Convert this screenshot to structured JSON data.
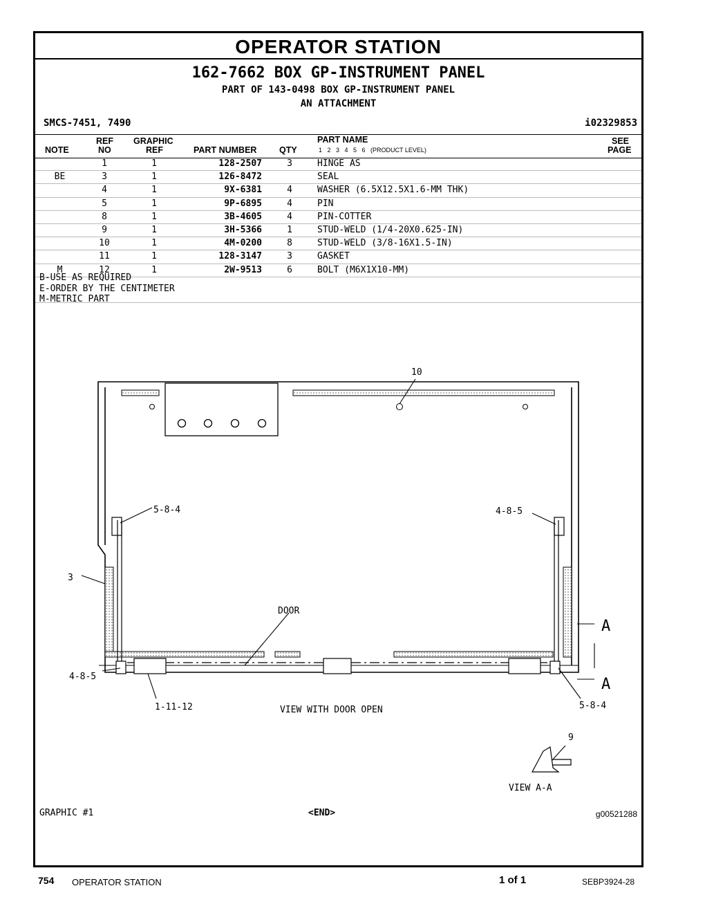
{
  "section_title": "OPERATOR STATION",
  "heading": {
    "group": "162-7662 BOX GP-INSTRUMENT PANEL",
    "part_of": "PART OF 143-0498 BOX GP-INSTRUMENT PANEL",
    "attachment": "AN ATTACHMENT",
    "smcs": "SMCS-7451, 7490",
    "ident": "i02329853"
  },
  "columns": {
    "note": "NOTE",
    "ref_top": "REF",
    "ref_bottom": "NO",
    "graphic_top": "GRAPHIC",
    "graphic_bottom": "REF",
    "part_number": "PART NUMBER",
    "qty": "QTY",
    "part_name": "PART NAME",
    "levels": "1   2   3   4   5   6   (PRODUCT LEVEL)",
    "see_top": "SEE",
    "see_bottom": "PAGE"
  },
  "parts": [
    {
      "note": "",
      "ref": "1",
      "graphic": "1",
      "pn": "128-2507",
      "qty": "3",
      "name": "HINGE AS"
    },
    {
      "note": "BE",
      "ref": "3",
      "graphic": "1",
      "pn": "126-8472",
      "qty": "",
      "name": "SEAL"
    },
    {
      "note": "",
      "ref": "4",
      "graphic": "1",
      "pn": "9X-6381",
      "qty": "4",
      "name": "WASHER (6.5X12.5X1.6-MM THK)"
    },
    {
      "note": "",
      "ref": "5",
      "graphic": "1",
      "pn": "9P-6895",
      "qty": "4",
      "name": "PIN"
    },
    {
      "note": "",
      "ref": "8",
      "graphic": "1",
      "pn": "3B-4605",
      "qty": "4",
      "name": "PIN-COTTER"
    },
    {
      "note": "",
      "ref": "9",
      "graphic": "1",
      "pn": "3H-5366",
      "qty": "1",
      "name": "STUD-WELD (1/4-20X0.625-IN)"
    },
    {
      "note": "",
      "ref": "10",
      "graphic": "1",
      "pn": "4M-0200",
      "qty": "8",
      "name": "STUD-WELD (3/8-16X1.5-IN)"
    },
    {
      "note": "",
      "ref": "11",
      "graphic": "1",
      "pn": "128-3147",
      "qty": "3",
      "name": "GASKET"
    },
    {
      "note": "M",
      "ref": "12",
      "graphic": "1",
      "pn": "2W-9513",
      "qty": "6",
      "name": "BOLT (M6X1X10-MM)"
    }
  ],
  "notes": [
    "B-USE AS REQUIRED",
    "E-ORDER BY THE CENTIMETER",
    "M-METRIC PART"
  ],
  "drawing": {
    "callout_10": "10",
    "callout_584_left": "5-8-4",
    "callout_485_right": "4-8-5",
    "callout_3": "3",
    "callout_door": "DOOR",
    "callout_485_left": "4-8-5",
    "callout_11112": "1-11-12",
    "caption": "VIEW WITH DOOR OPEN",
    "callout_584_right": "5-8-4",
    "section_a": "A",
    "callout_9": "9",
    "view_aa": "VIEW A-A"
  },
  "graphic_label": "GRAPHIC #1",
  "end_tag": "<END>",
  "graphic_id": "g00521288",
  "footer": {
    "page_number": "754",
    "section": "OPERATOR STATION",
    "page_of": "1 of 1",
    "doc_id": "SEBP3924-28"
  }
}
